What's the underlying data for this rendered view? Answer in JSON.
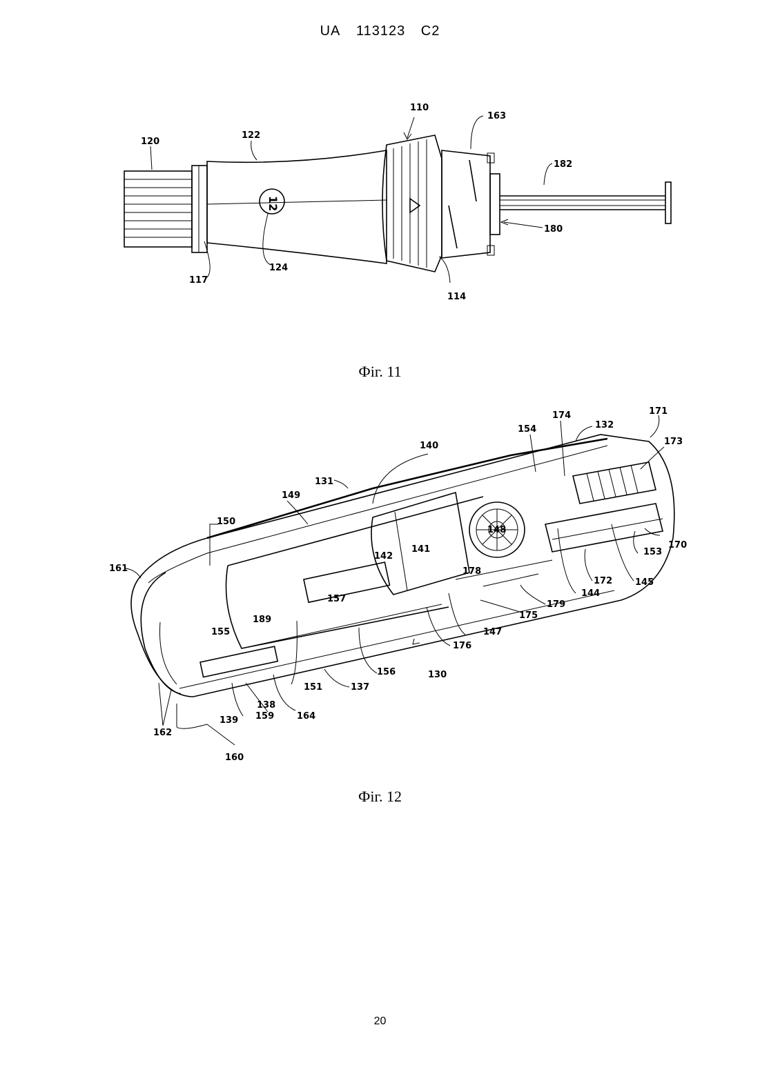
{
  "header": {
    "country": "UA",
    "number": "113123",
    "kind": "C2"
  },
  "figures": [
    {
      "caption": "Фіг. 11",
      "labels": [
        "110",
        "120",
        "122",
        "163",
        "182",
        "180",
        "124",
        "117",
        "114"
      ],
      "dial_number": "12"
    },
    {
      "caption": "Фіг. 12",
      "labels": [
        "174",
        "132",
        "171",
        "154",
        "173",
        "140",
        "131",
        "149",
        "148",
        "150",
        "142",
        "141",
        "153",
        "170",
        "161",
        "178",
        "172",
        "145",
        "144",
        "157",
        "179",
        "175",
        "189",
        "147",
        "155",
        "176",
        "156",
        "130",
        "151",
        "137",
        "138",
        "164",
        "139",
        "159",
        "162",
        "160"
      ]
    }
  ],
  "page_number": "20"
}
